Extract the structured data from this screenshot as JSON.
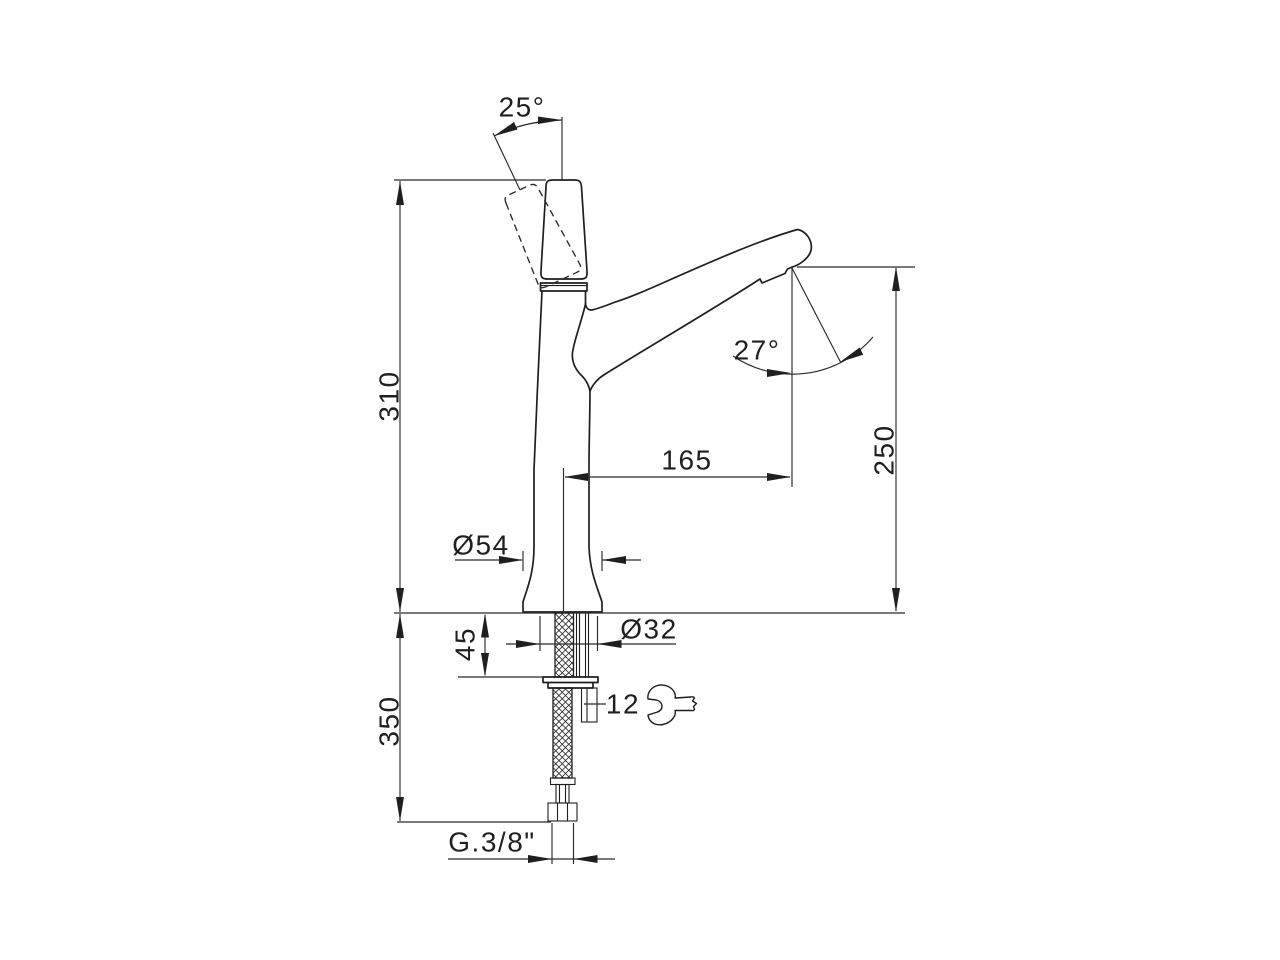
{
  "drawing": {
    "type": "technical-dimension-drawing",
    "subject": "single-lever basin mixer tap, side elevation with installation dimensions",
    "colors": {
      "background": "#ffffff",
      "line": "#1f1f1f"
    },
    "icons": {
      "wrench": "open-end-wrench-icon"
    },
    "labels": {
      "handle_angle": "25°",
      "spout_angle": "27°",
      "height_above_deck": "310",
      "spout_height": "250",
      "spout_reach": "165",
      "base_diameter": "Ø54",
      "hole_diameter": "Ø32",
      "deck_clamp_range": "45",
      "length_below_deck": "350",
      "hex_key_size": "12",
      "supply_thread": "G.3/8\""
    }
  }
}
